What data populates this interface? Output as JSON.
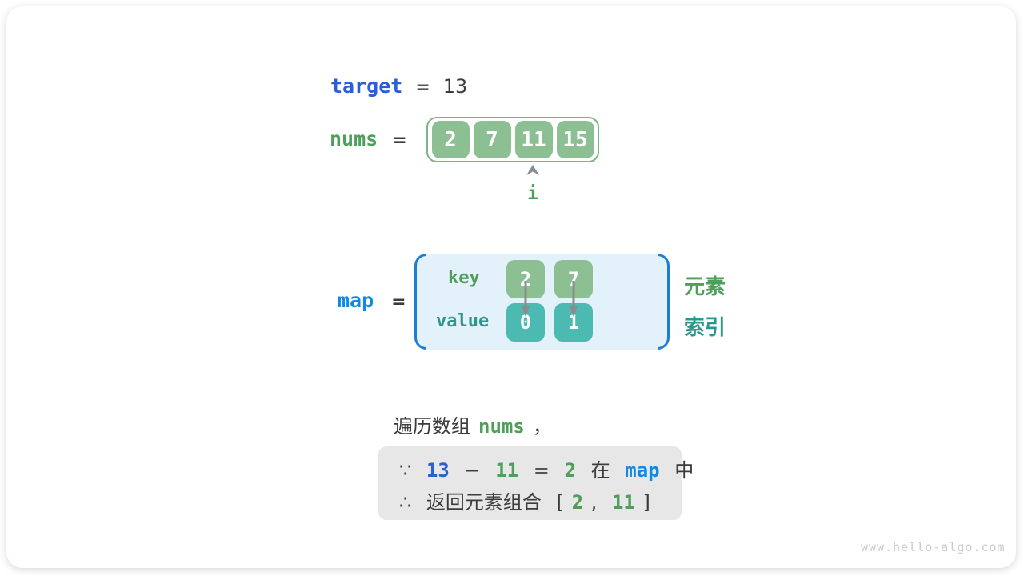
{
  "colors": {
    "royal_blue": "#2b5fd4",
    "azure_blue": "#1289e0",
    "green_text": "#4f9e5a",
    "green_cell": "#8cc093",
    "teal_text": "#2e968c",
    "teal_cell": "#4cbab1",
    "dark_text": "#3c3c3c",
    "gray_text": "#555555",
    "array_border": "#7db588",
    "map_bg": "#e3f1fb",
    "bracket_blue": "#1e7fd2",
    "box_bg": "#e7e7e7",
    "arrow_gray": "#8c8c8c",
    "watermark_gray": "#cbcbcb"
  },
  "target_row": {
    "label": "target",
    "equals": "=",
    "value": "13"
  },
  "nums_row": {
    "label": "nums",
    "equals": "=",
    "cells": [
      "2",
      "7",
      "11",
      "15"
    ],
    "pointer_label": "i"
  },
  "map_row": {
    "label": "map",
    "equals": "=",
    "key_label": "key",
    "value_label": "value",
    "keys": [
      "2",
      "7"
    ],
    "values": [
      "0",
      "1"
    ],
    "legend_top": "元素",
    "legend_bottom": "索引"
  },
  "caption": {
    "prefix": "遍历数组",
    "code": "nums",
    "comma": "，"
  },
  "conclusion": {
    "because": "∵",
    "t_target": "13",
    "minus": "−",
    "t_elem": "11",
    "equals": "=",
    "t_found": "2",
    "zh_in": "在",
    "code_map": "map",
    "zh_zhong": "中",
    "therefore": "∴",
    "zh_return": "返回元素组合",
    "bracket_open": "[",
    "v1": "2",
    "comma": ",",
    "v2": "11",
    "bracket_close": "]"
  },
  "watermark": {
    "text": "www.hello-algo.com"
  }
}
